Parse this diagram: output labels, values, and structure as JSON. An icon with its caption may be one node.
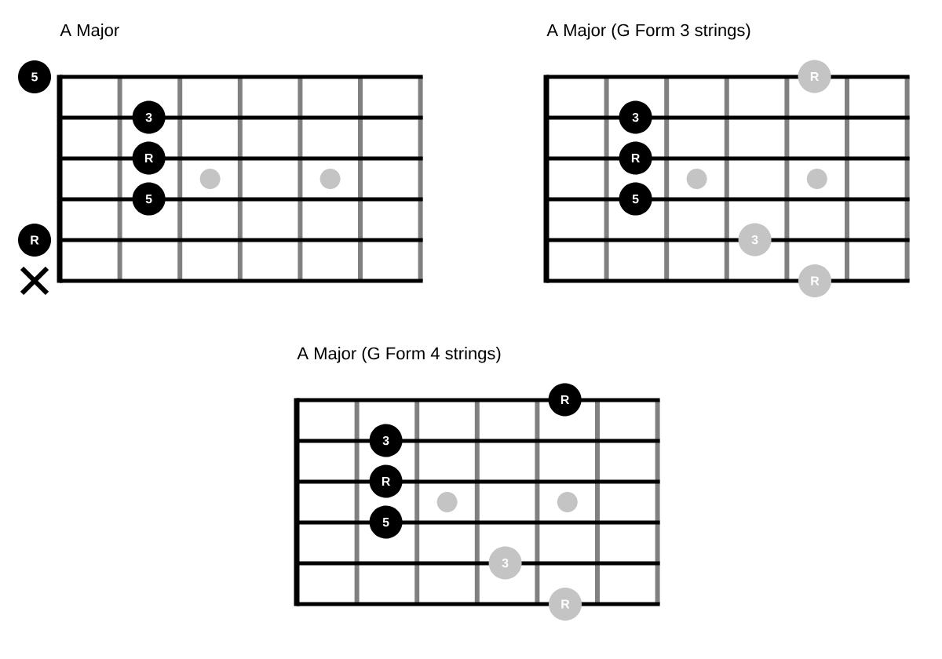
{
  "diagram": {
    "nodes": [
      {
        "text": [
          "A Major"
        ]
      },
      {
        "text": [
          "5"
        ]
      },
      {
        "text": [
          "3"
        ],
        "in": 0
      },
      {
        "text": [
          "R"
        ],
        "in": 0
      },
      {
        "text": [
          "5"
        ],
        "in": 0
      },
      {
        "text": [
          "R"
        ]
      },
      {
        "text": [
          "A Major (G Form 3 strings)"
        ]
      },
      {
        "text": [
          "R"
        ],
        "in": 6
      },
      {
        "text": [
          "3"
        ],
        "in": 6
      },
      {
        "text": [
          "R"
        ],
        "in": 6
      },
      {
        "text": [
          "5"
        ],
        "in": 6
      },
      {
        "text": [
          "3"
        ],
        "in": 6
      },
      {
        "text": [
          "R"
        ]
      },
      {
        "text": [
          "A Major (G Form 4 strings)"
        ]
      },
      {
        "text": [
          "R"
        ],
        "in": 13
      },
      {
        "text": [
          "3"
        ],
        "in": 13
      },
      {
        "text": [
          "R"
        ],
        "in": 13
      },
      {
        "text": [
          "5"
        ],
        "in": 13
      },
      {
        "text": [
          "3"
        ],
        "in": 13
      },
      {
        "text": [
          "R"
        ]
      }
    ]
  }
}
